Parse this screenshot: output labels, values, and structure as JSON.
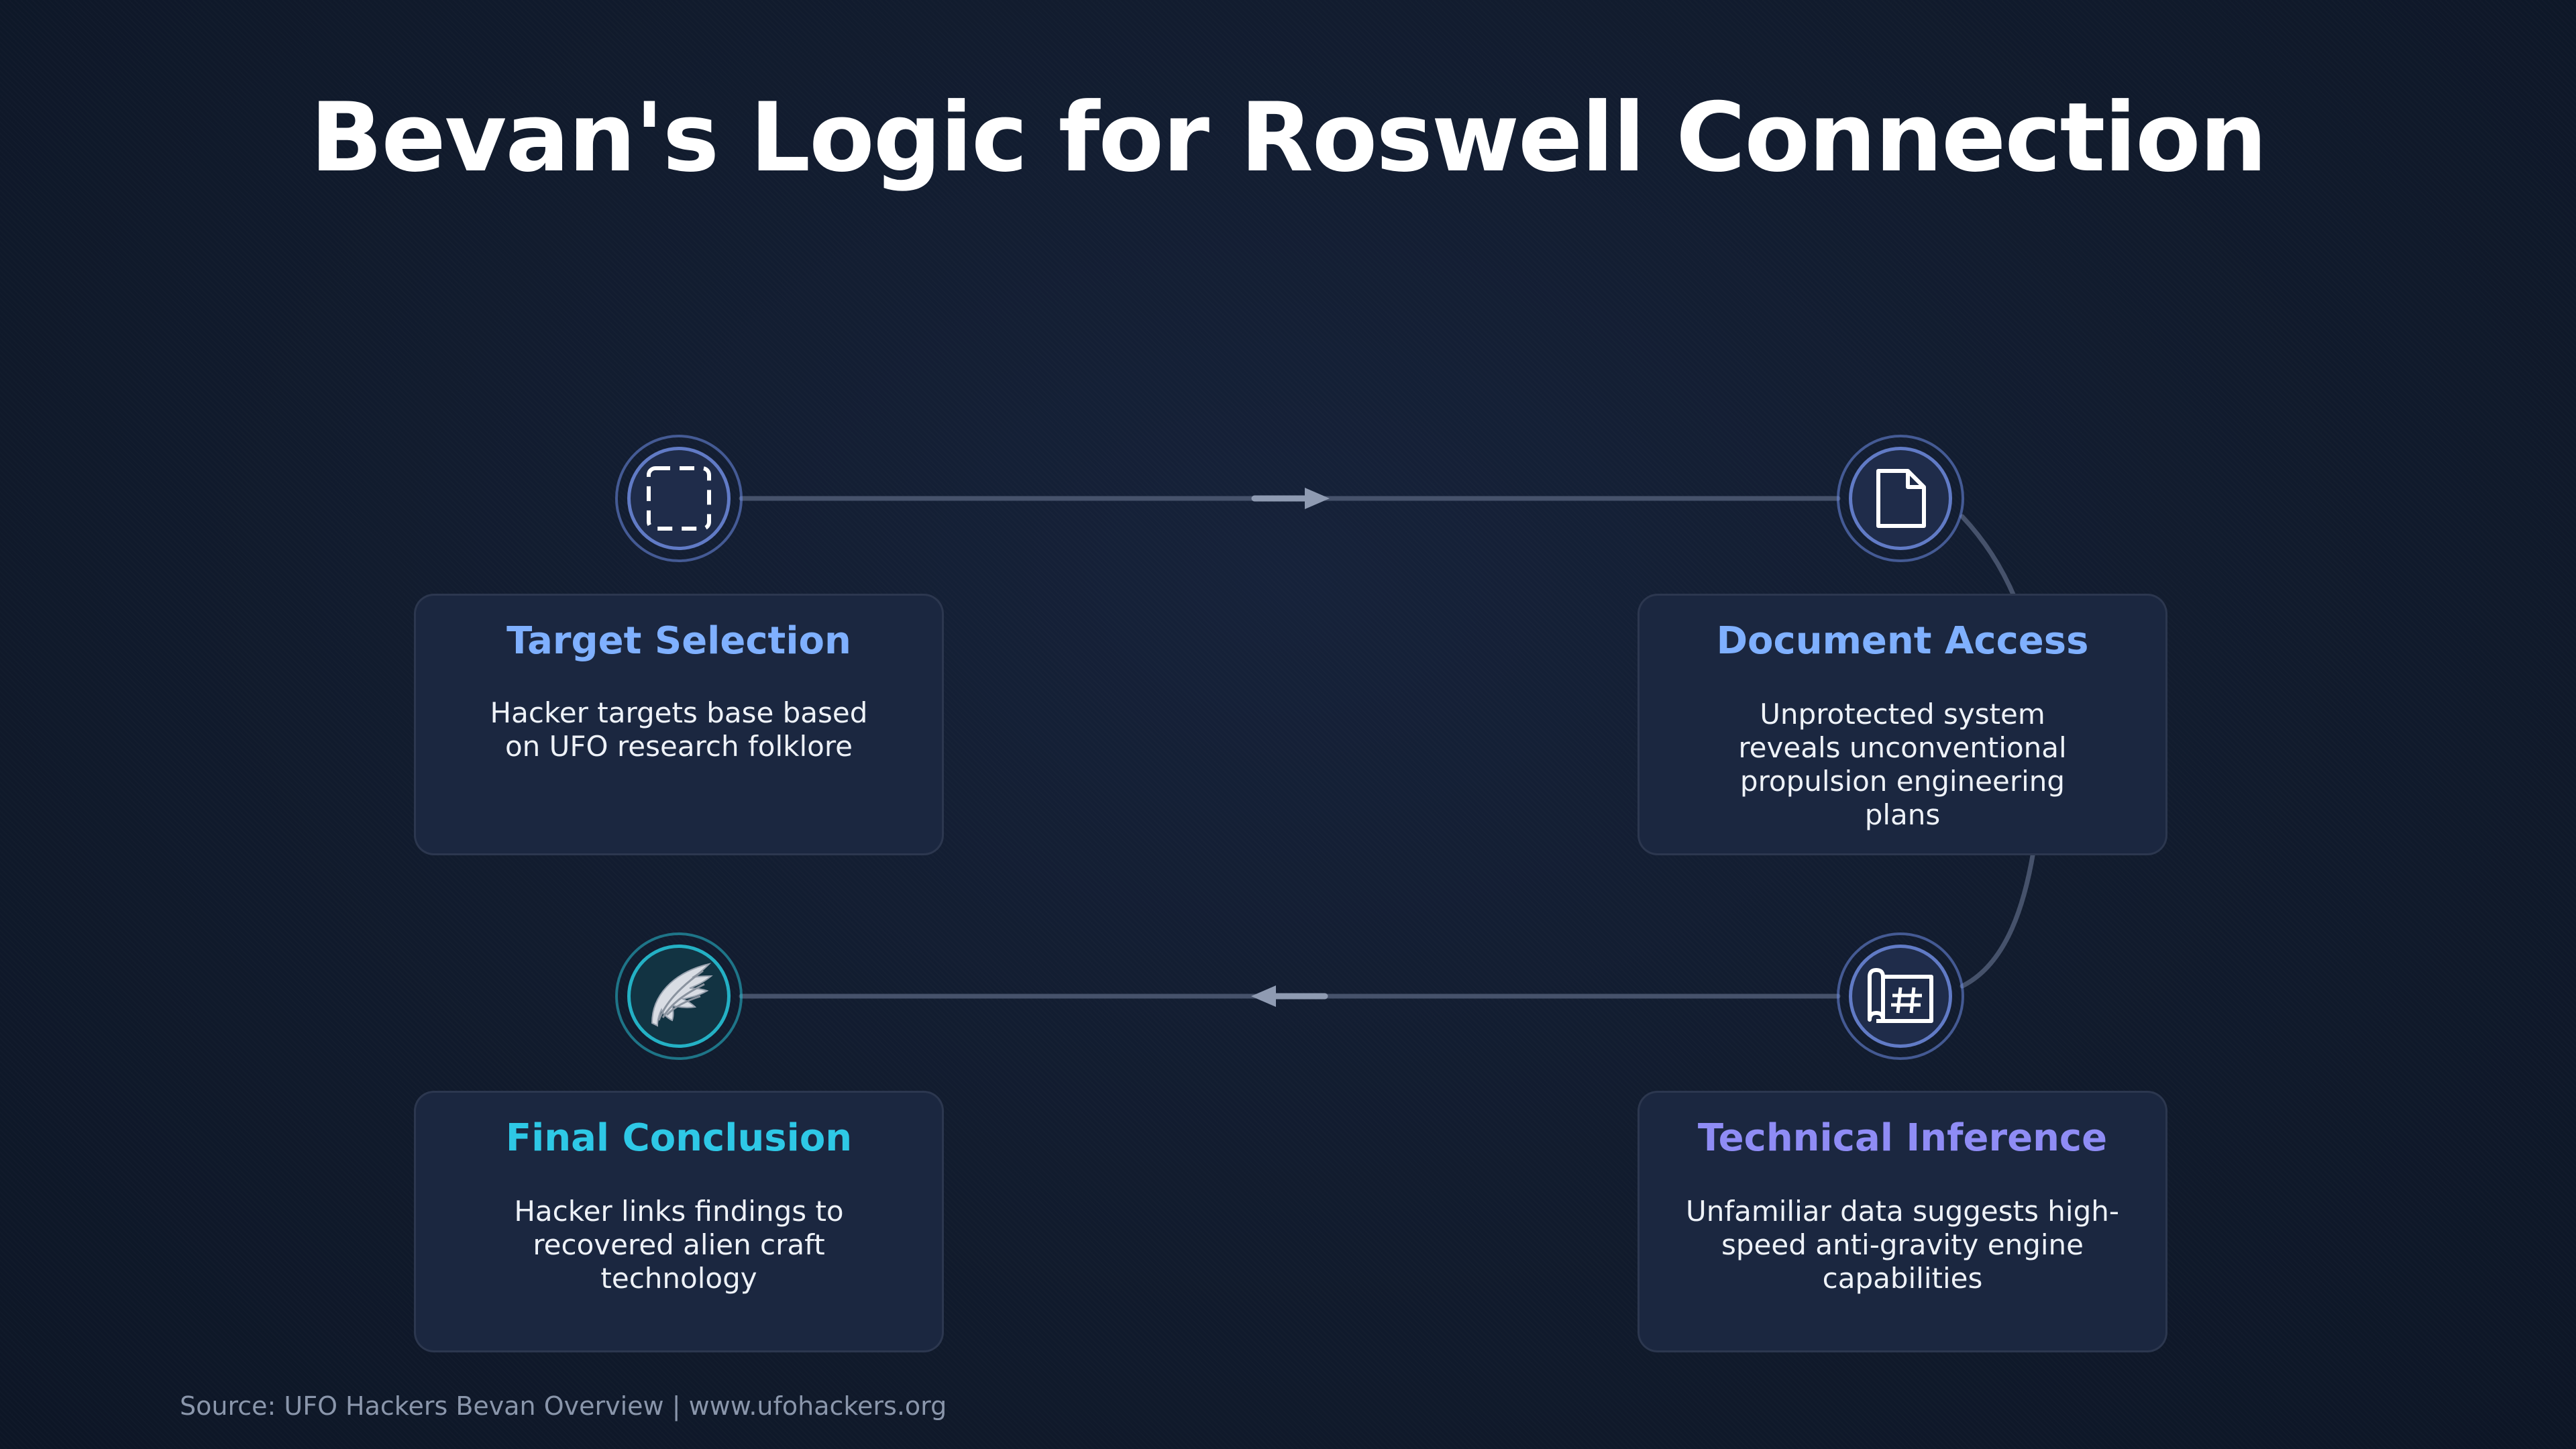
{
  "title": "Bevan's Logic for Roswell Connection",
  "colors": {
    "background": "#111b2d",
    "card": "#1b2740",
    "connector": "#4a5670",
    "arrow": "#8f9bb2",
    "blue_heading": "#7fb0ff",
    "teal_heading": "#2ec8e6",
    "violet_heading": "#8f8cf5"
  },
  "steps": [
    {
      "id": "target-selection",
      "title": "Target Selection",
      "description": "Hacker targets base based on UFO research folklore",
      "icon": "dashed-selection-icon",
      "heading_color": "#7fb0ff"
    },
    {
      "id": "document-access",
      "title": "Document Access",
      "description": "Unprotected system reveals unconventional propulsion engineering plans",
      "icon": "document-icon",
      "heading_color": "#7fb0ff"
    },
    {
      "id": "technical-inference",
      "title": "Technical Inference",
      "description": "Unfamiliar data suggests high-speed anti-gravity engine capabilities",
      "icon": "blueprint-icon",
      "heading_color": "#8f8cf5"
    },
    {
      "id": "final-conclusion",
      "title": "Final Conclusion",
      "description": "Hacker links findings to recovered alien craft technology",
      "icon": "wing-icon",
      "heading_color": "#2ec8e6"
    }
  ],
  "source": "Source: UFO Hackers Bevan Overview | www.ufohackers.org"
}
